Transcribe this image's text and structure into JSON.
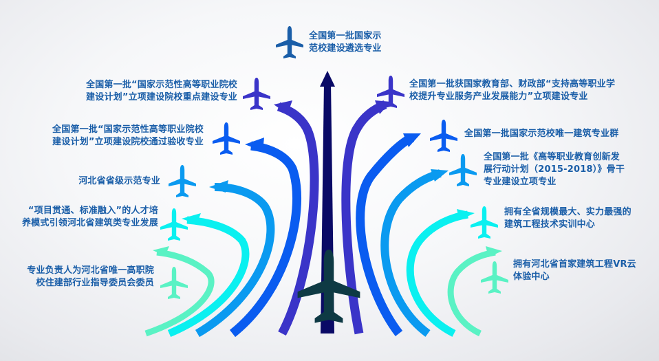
{
  "colors": {
    "text": "#1a5ea8",
    "center_arrow": "#0a0a66",
    "arrow_violet": "#3a34c8",
    "arrow_blue": "#0a5cf0",
    "arrow_sky": "#0a9af0",
    "arrow_cyan": "#0af0f0",
    "arrow_mint": "#5af2c4",
    "big_plane": "#0e3a44",
    "background": "#f2f3f5"
  },
  "top": {
    "text": "全国第一批国家示\n范校建设遴选专业",
    "plane_color": "#1a5ea8"
  },
  "left_items": [
    {
      "text": "全国第一批“国家示范性高等职业院校\n建设计划”立项建设院校重点建设专业",
      "plane_color": "#3a34c8"
    },
    {
      "text": "全国第一批“国家示范性高等职业院校\n建设计划”立项建设院校通过验收专业",
      "plane_color": "#0a5cf0"
    },
    {
      "text": "河北省省级示范专业",
      "plane_color": "#0a9af0"
    },
    {
      "text": "“项目贯通、标准融入”的人才培\n养模式引领河北省建筑类专业发展",
      "plane_color": "#0af0f0"
    },
    {
      "text": "专业负责人为河北省唯一高职院\n校住建部行业指导委员会委员",
      "plane_color": "#5af2c4"
    }
  ],
  "right_items": [
    {
      "text": "全国第一批获国家教育部、财政部“支持高等职业学\n校提升专业服务产业发展能力”立项建设专业",
      "plane_color": "#3a34c8"
    },
    {
      "text": "全国第一批国家示范校唯一建筑专业群",
      "plane_color": "#0a5cf0"
    },
    {
      "text": "全国第一批《高等职业教育创新发\n展行动计划（2015-2018）》骨干\n专业建设立项专业",
      "plane_color": "#0a9af0"
    },
    {
      "text": "拥有全省规模最大、实力最强的\n建筑工程技术实训中心",
      "plane_color": "#0af0f0"
    },
    {
      "text": "拥有河北省首家建筑工程VR云\n体验中心",
      "plane_color": "#5af2c4"
    }
  ]
}
